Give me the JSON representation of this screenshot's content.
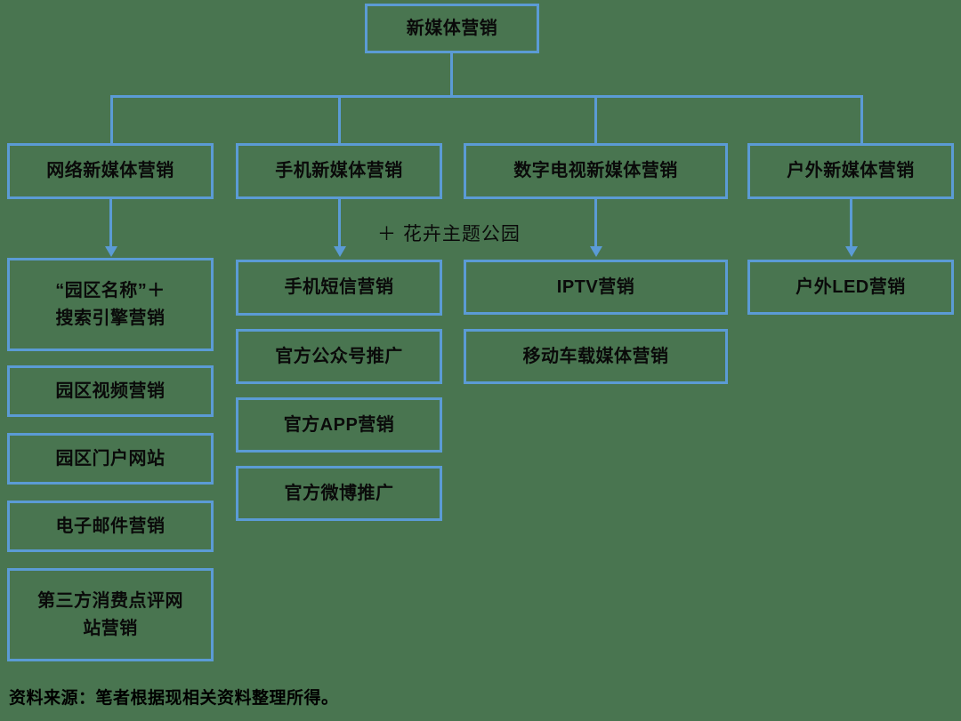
{
  "diagram": {
    "type": "org-chart",
    "title_node": {
      "label": "新媒体营销"
    },
    "branches": [
      {
        "label": "网络新媒体营销",
        "children": [
          {
            "label": "“园区名称”＋\n搜索引擎营销"
          },
          {
            "label": "园区视频营销"
          },
          {
            "label": "园区门户网站"
          },
          {
            "label": "电子邮件营销"
          },
          {
            "label": "第三方消费点评网\n站营销"
          }
        ]
      },
      {
        "label": "手机新媒体营销",
        "children": [
          {
            "label": "手机短信营销"
          },
          {
            "label": "官方公众号推广"
          },
          {
            "label": "官方APP营销"
          },
          {
            "label": "官方微博推广"
          }
        ]
      },
      {
        "label": "数字电视新媒体营销",
        "children": [
          {
            "label": "IPTV营销"
          },
          {
            "label": "移动车载媒体营销"
          }
        ]
      },
      {
        "label": "户外新媒体营销",
        "children": [
          {
            "label": "户外LED营销"
          }
        ]
      }
    ],
    "annotation": {
      "label": "＋ 花卉主题公园"
    },
    "source_note": {
      "label": "资料来源：笔者根据现相关资料整理所得。"
    },
    "colors": {
      "background": "#497550",
      "border": "#5b9bd5",
      "text": "#0a0a0a"
    }
  }
}
